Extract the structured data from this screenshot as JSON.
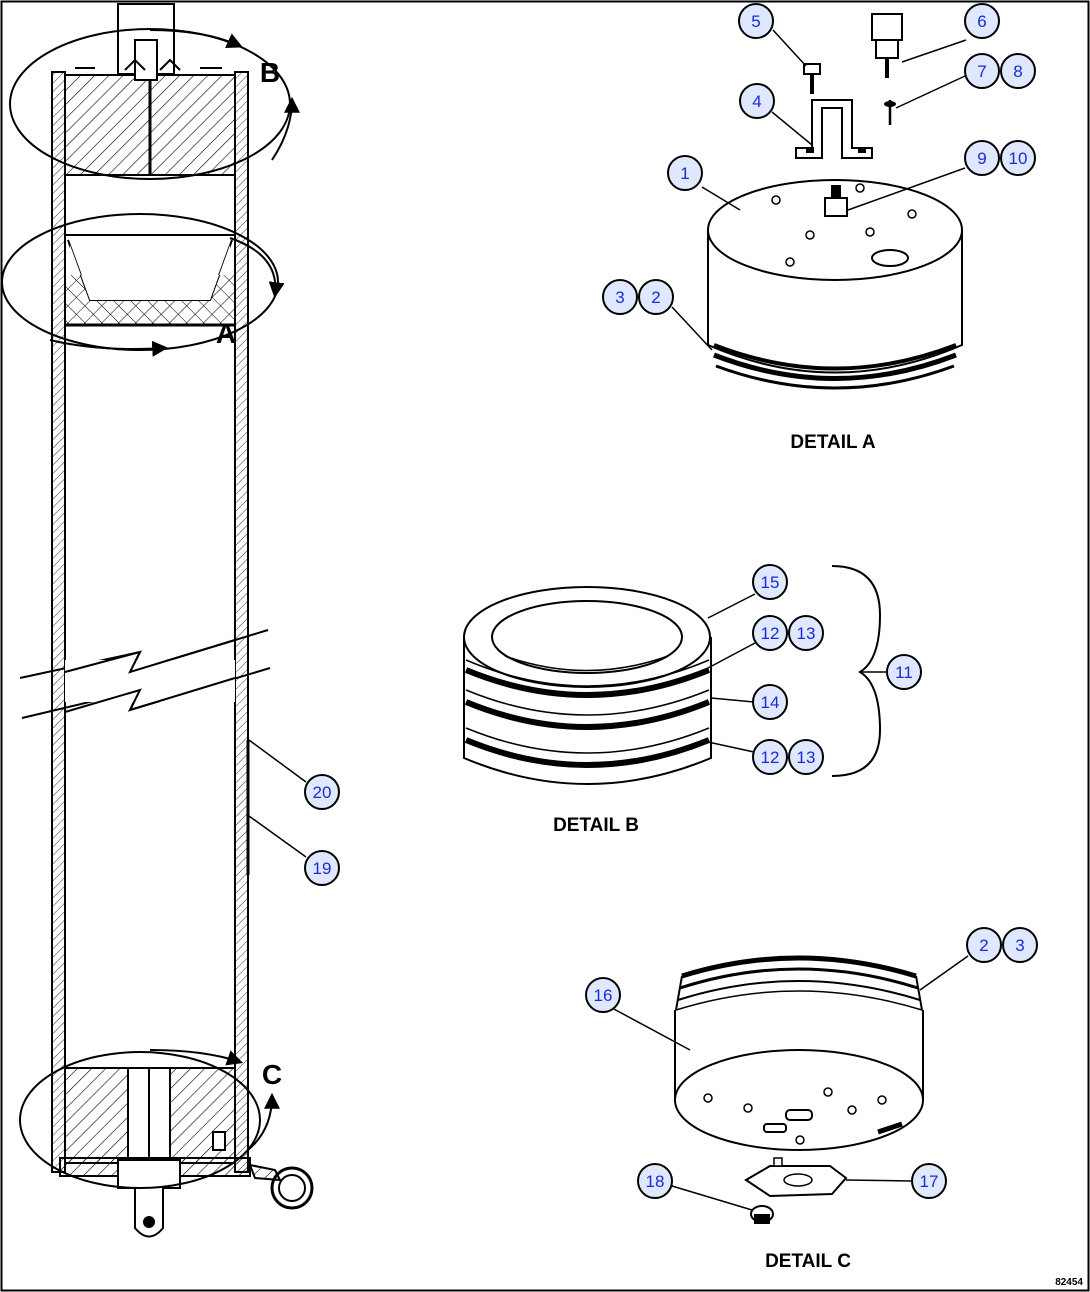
{
  "colors": {
    "callout_fill": "#dfe8ff",
    "callout_text": "#1a2ad6",
    "line": "#000000"
  },
  "view_labels": {
    "a": "A",
    "b": "B",
    "c": "C"
  },
  "details": {
    "a": "DETAIL A",
    "b": "DETAIL B",
    "c": "DETAIL C"
  },
  "figure_number": "82454",
  "callouts": {
    "c1": "1",
    "c2a": "2",
    "c3a": "3",
    "c4": "4",
    "c5": "5",
    "c6": "6",
    "c7": "7",
    "c8": "8",
    "c9": "9",
    "c10": "10",
    "c11": "11",
    "c12a": "12",
    "c13a": "13",
    "c14": "14",
    "c15": "15",
    "c12b": "12",
    "c13b": "13",
    "c16": "16",
    "c2c": "2",
    "c3c": "3",
    "c17": "17",
    "c18": "18",
    "c19": "19",
    "c20": "20"
  }
}
